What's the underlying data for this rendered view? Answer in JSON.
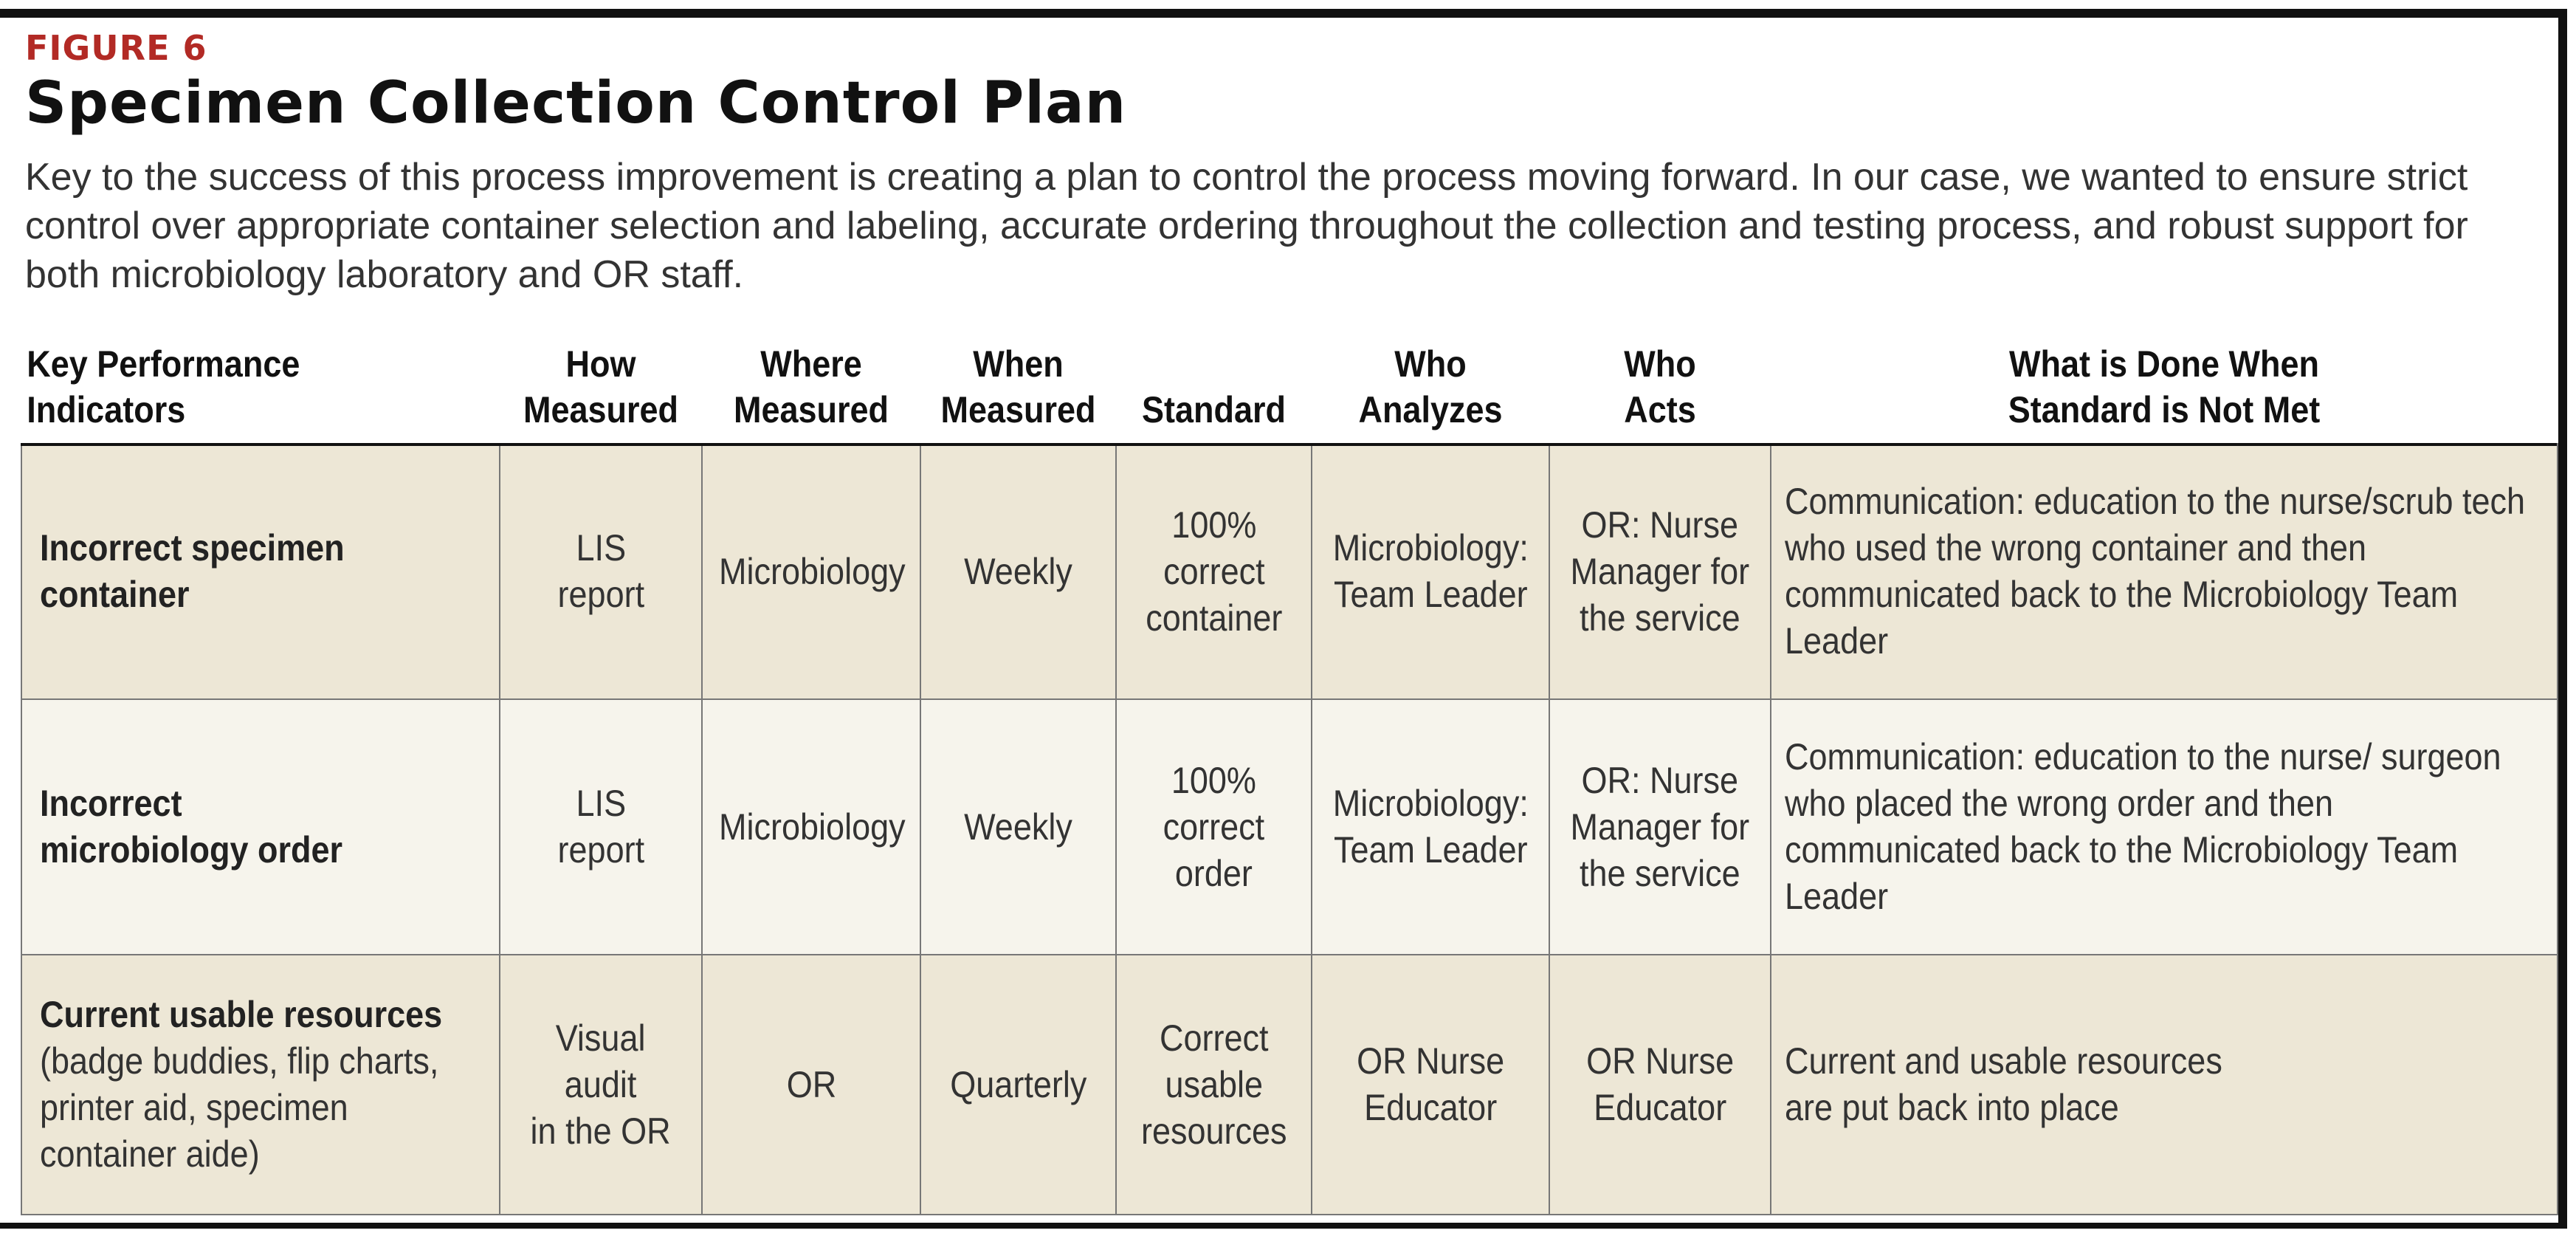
{
  "figure_label": "FIGURE 6",
  "title": "Specimen Collection Control Plan",
  "intro": "Key to the success of this process improvement is creating a plan to control the process moving forward. In our case, we wanted to ensure strict control over appropriate container selection and labeling, accurate ordering throughout the collection and testing process, and robust support for both microbiology laboratory and OR staff.",
  "colors": {
    "accent": "#b22a25",
    "row_shaded": "#ede7d6",
    "row_light": "#f6f4ec",
    "rule": "#111111"
  },
  "table": {
    "headers": [
      "Key Performance\nIndicators",
      "How\nMeasured",
      "Where\nMeasured",
      "When\nMeasured",
      "Standard",
      "Who\nAnalyzes",
      "Who\nActs",
      "What is Done When\nStandard is Not Met"
    ],
    "rows": [
      {
        "kpi": "Incorrect specimen container",
        "kpi_detail": "",
        "how": "LIS\nreport",
        "where": "Microbiology",
        "when": "Weekly",
        "standard": "100%\ncorrect\ncontainer",
        "who_analyzes": "Microbiology:\nTeam Leader",
        "who_acts": "OR: Nurse\nManager for\nthe service",
        "action": "Communication: education to the nurse/scrub tech who used the wrong container and then communicated back to the Microbiology Team Leader"
      },
      {
        "kpi": "Incorrect microbiology order",
        "kpi_detail": "",
        "how": "LIS\nreport",
        "where": "Microbiology",
        "when": "Weekly",
        "standard": "100%\ncorrect\norder",
        "who_analyzes": "Microbiology:\nTeam Leader",
        "who_acts": "OR: Nurse\nManager for\nthe service",
        "action": "Communication: education to the nurse/ surgeon who placed the wrong order and then communicated back to the Microbiology Team Leader"
      },
      {
        "kpi": "Current usable resources",
        "kpi_detail": "(badge buddies, flip charts, printer aid, specimen container aide)",
        "how": "Visual\naudit\nin the OR",
        "where": "OR",
        "when": "Quarterly",
        "standard": "Correct\nusable\nresources",
        "who_analyzes": "OR Nurse\nEducator",
        "who_acts": "OR Nurse\nEducator",
        "action": "Current and usable resources\nare put back into place"
      }
    ]
  }
}
